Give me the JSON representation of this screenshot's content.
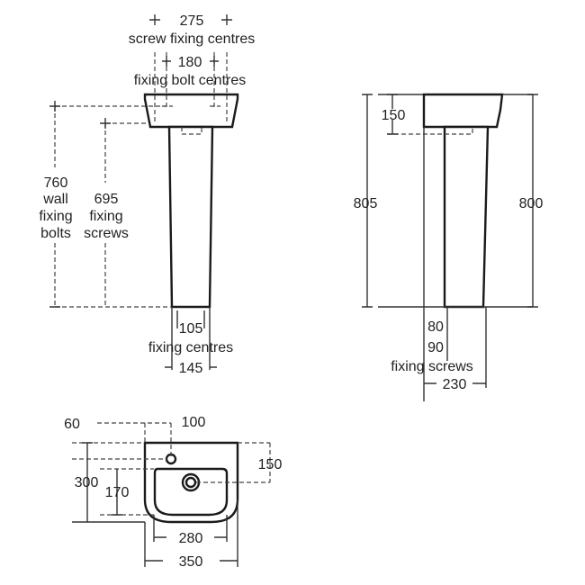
{
  "front_view": {
    "screw_centres_value": "275",
    "screw_centres_label": "screw fixing centres",
    "bolt_centres_value": "180",
    "bolt_centres_label": "fixing bolt centres",
    "wall_bolts_value": "760",
    "wall_bolts_label_1": "wall",
    "wall_bolts_label_2": "fixing",
    "wall_bolts_label_3": "bolts",
    "fixing_screws_value": "695",
    "fixing_screws_label_1": "fixing",
    "fixing_screws_label_2": "screws",
    "base_centres_value": "105",
    "base_centres_label": "fixing centres",
    "base_width_value": "145"
  },
  "side_view": {
    "basin_depth_value": "150",
    "overall_height_left": "805",
    "overall_height_right": "800",
    "screw_offset_1": "80",
    "screw_offset_2": "90",
    "screw_label": "fixing screws",
    "projection_value": "230"
  },
  "plan_view": {
    "tap_offset_value": "60",
    "tap_centre_value": "100",
    "waste_offset_value": "150",
    "depth_value": "300",
    "bowl_depth_value": "170",
    "bowl_width_value": "280",
    "width_value": "350"
  }
}
